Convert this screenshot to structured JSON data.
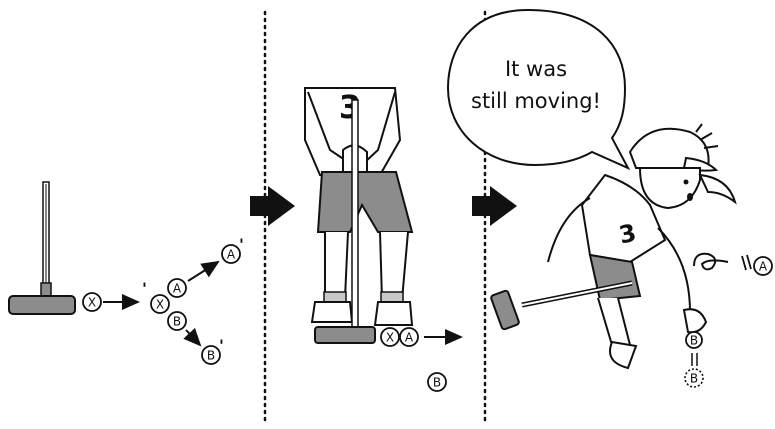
{
  "speech_bubble": {
    "line1": "It was",
    "line2": "still moving!"
  },
  "panel1": {
    "ball_x": "X",
    "ball_x_small": "X",
    "ball_a": "A",
    "ball_a_prime": "A",
    "ball_b": "B",
    "ball_b_prime": "B",
    "prime_mark": "'"
  },
  "panel2": {
    "bib_number": "3",
    "ball_x": "X",
    "ball_a": "A",
    "ball_b": "B"
  },
  "panel3": {
    "bib_number": "3",
    "ball_a": "A",
    "ball_b": "B",
    "ball_b_dotted": "B"
  },
  "colors": {
    "outline": "#111111",
    "gray_fill": "#8c8c8c",
    "light_gray": "#c8c8c8",
    "white": "#ffffff"
  }
}
